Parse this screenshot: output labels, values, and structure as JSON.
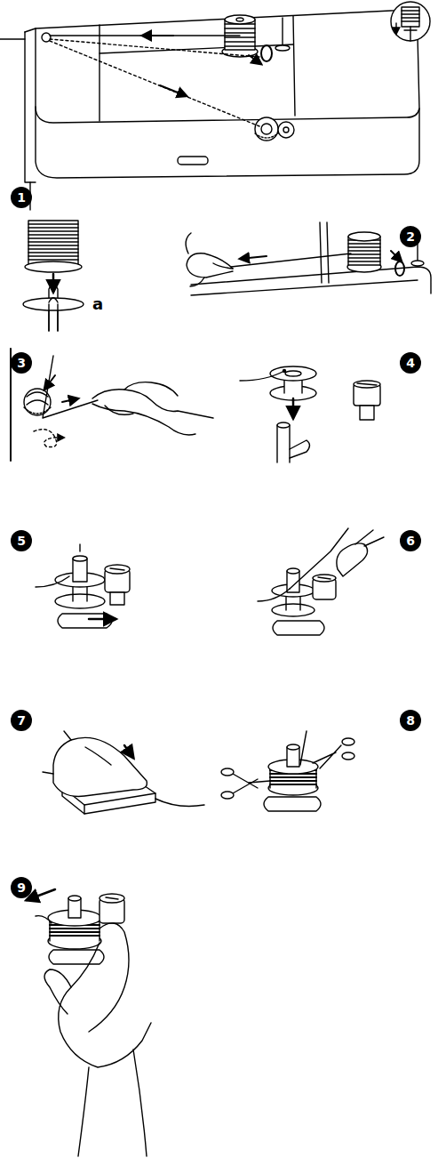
{
  "diagram": {
    "labels": [
      "1",
      "2",
      "3",
      "4",
      "5",
      "6",
      "7",
      "8",
      "9",
      "a"
    ]
  }
}
